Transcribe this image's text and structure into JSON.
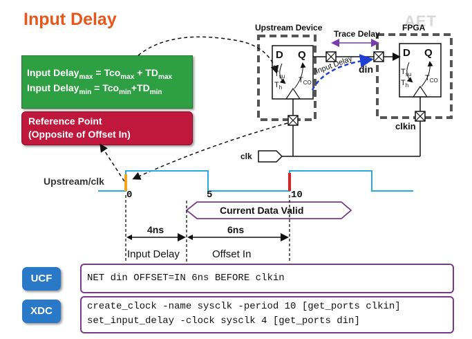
{
  "title": "Input Delay",
  "logo_text": "AET",
  "formulas": {
    "max": {
      "lhs": "Input Delay",
      "lhs_sub": "max",
      "eq": " = Tco",
      "tco_sub": "max",
      "plus": " + TD",
      "td_sub": "max"
    },
    "min": {
      "lhs": "Input Delay",
      "lhs_sub": "min",
      "eq": " = Tco",
      "tco_sub": "min",
      "plus": "+TD",
      "td_sub": "min"
    }
  },
  "reference_point": {
    "line1": "Reference Point",
    "line2": "(Opposite of Offset In)"
  },
  "diagram": {
    "upstream_device": "Upstream Device",
    "fpga": "FPGA",
    "trace_delay": "Trace Delay",
    "input_delay": "Input Delay",
    "din": "din",
    "clkin": "clkin",
    "clk": "clk",
    "ff_d": "D",
    "ff_q": "Q",
    "t_su": "T",
    "t_su_sub": "su",
    "t_h": "T",
    "t_h_sub": "h",
    "t_co": "T",
    "t_co_sub": "CO"
  },
  "waveform": {
    "signal_label": "Upstream/clk",
    "tick_0": "0",
    "tick_5": "5",
    "tick_10": "10",
    "data_valid": "Current Data Valid",
    "dim_4ns": "4ns",
    "dim_6ns": "6ns",
    "input_delay_label": "Input Delay",
    "offset_in_label": "Offset In"
  },
  "constraints": {
    "ucf_tag": "UCF",
    "ucf_line": "NET din OFFSET=IN 6ns BEFORE clkin",
    "xdc_tag": "XDC",
    "xdc_line1": "create_clock -name sysclk -period 10 [get_ports clkin]",
    "xdc_line2": "set_input_delay -clock sysclk 4 [get_ports din]"
  },
  "colors": {
    "title": "#e8561c",
    "formula_bg": "#2ea043",
    "ref_bg": "#c0183d",
    "tag_bg": "#2a78c8",
    "wave": "#2aa9e0",
    "code_border": "#7a3a8a"
  }
}
